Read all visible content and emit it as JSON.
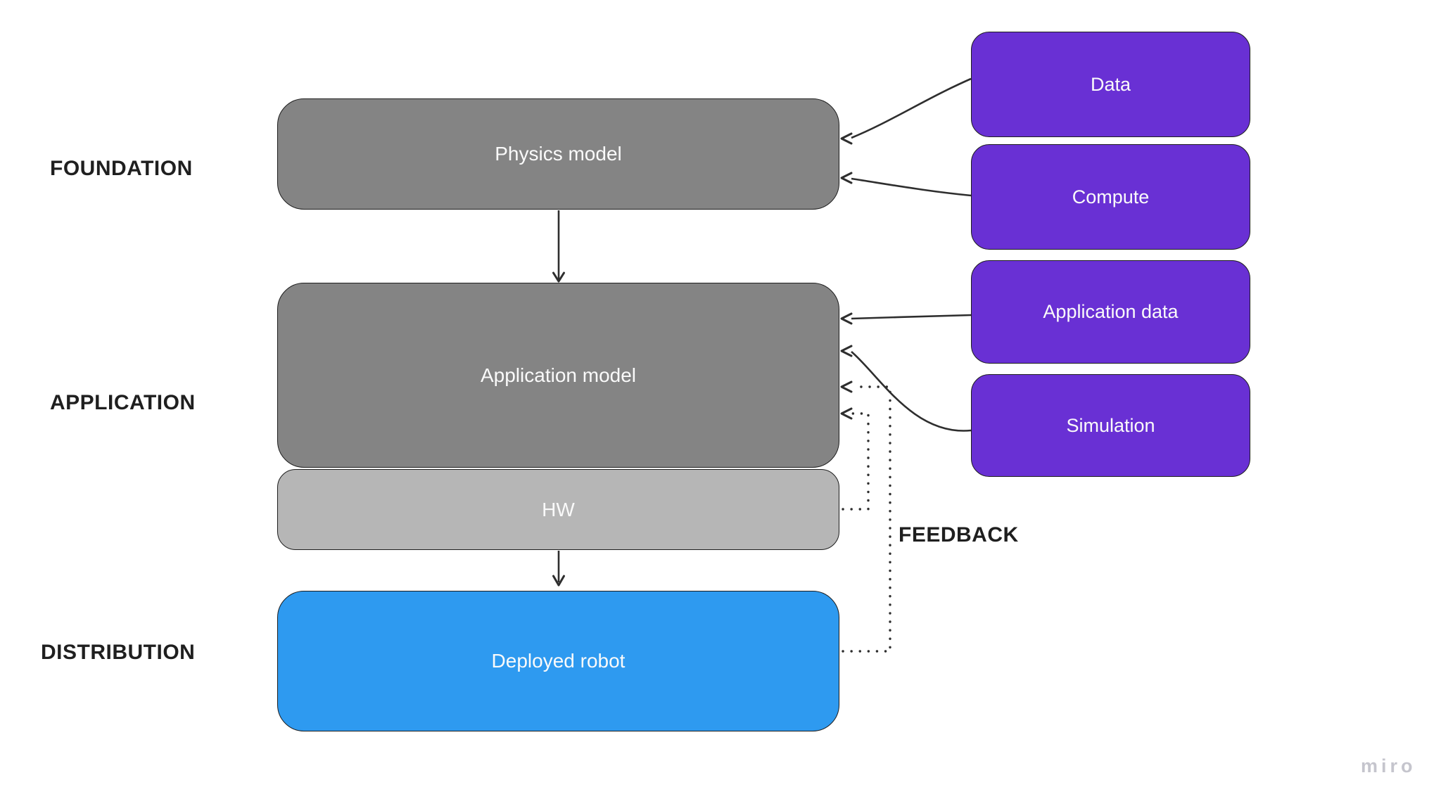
{
  "canvas": {
    "background": "#ffffff"
  },
  "colors": {
    "box_gray": "#848484",
    "box_light_gray": "#b6b6b6",
    "box_blue": "#2e9af0",
    "box_purple": "#6930d4",
    "box_border": "#1d1d1d",
    "box_text": "#fafafa",
    "arrow": "#2e2e2e",
    "row_label_text": "#1f1f1f",
    "watermark_text": "#c5c5cd"
  },
  "row_labels": [
    {
      "id": "foundation",
      "label": "FOUNDATION"
    },
    {
      "id": "application",
      "label": "APPLICATION"
    },
    {
      "id": "distribution",
      "label": "DISTRIBUTION"
    }
  ],
  "stack_boxes": [
    {
      "id": "physics-model",
      "label": "Physics model",
      "variant": "gray"
    },
    {
      "id": "application-model",
      "label": "Application model",
      "variant": "gray"
    },
    {
      "id": "hw",
      "label": "HW",
      "variant": "light-gray"
    },
    {
      "id": "deployed-robot",
      "label": "Deployed robot",
      "variant": "blue"
    }
  ],
  "input_boxes": [
    {
      "id": "data",
      "label": "Data"
    },
    {
      "id": "compute",
      "label": "Compute"
    },
    {
      "id": "application-data",
      "label": "Application data"
    },
    {
      "id": "simulation",
      "label": "Simulation"
    }
  ],
  "feedback_label": "FEEDBACK",
  "watermark": {
    "label": "miro"
  }
}
